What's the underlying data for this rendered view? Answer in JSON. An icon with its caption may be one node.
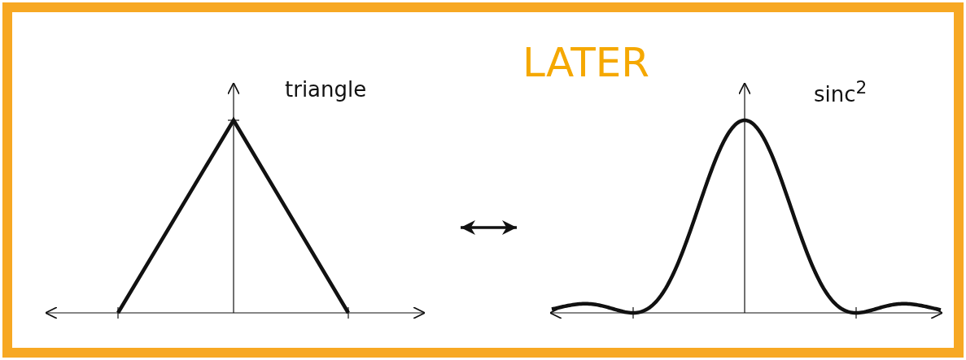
{
  "diagram": {
    "title": "LATER",
    "nodes": [
      {
        "text": [
          "triangle"
        ]
      },
      {
        "text": [
          "sinc$^{2}$"
        ]
      }
    ],
    "edges": [
      {
        "from": 0,
        "to": 1,
        "arrow": "both"
      }
    ]
  }
}
